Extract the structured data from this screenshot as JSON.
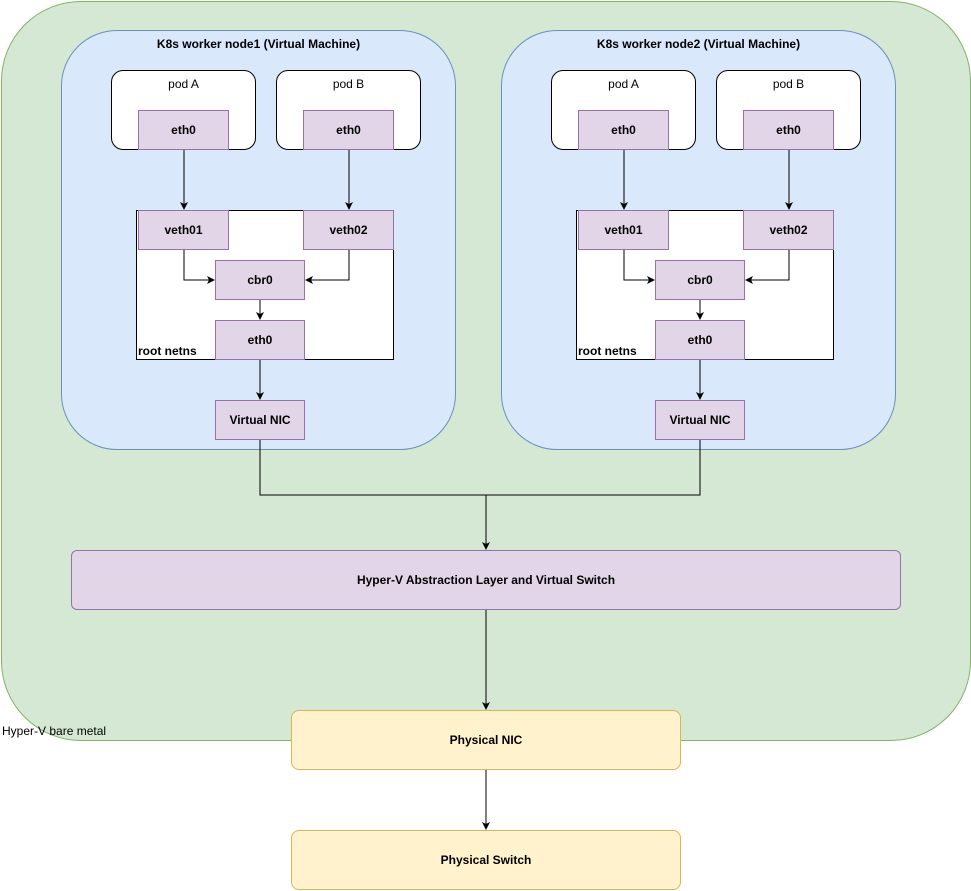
{
  "bare_metal": {
    "label": "Hyper-V bare metal"
  },
  "nodes": [
    {
      "title": "K8s worker node1 (Virtual Machine)",
      "pod_a": {
        "label": "pod A",
        "iface": "eth0"
      },
      "pod_b": {
        "label": "pod B",
        "iface": "eth0"
      },
      "netns_label": "root netns",
      "veth_a": "veth01",
      "veth_b": "veth02",
      "bridge": "cbr0",
      "host_iface": "eth0",
      "vnic": "Virtual NIC"
    },
    {
      "title": "K8s worker node2 (Virtual Machine)",
      "pod_a": {
        "label": "pod A",
        "iface": "eth0"
      },
      "pod_b": {
        "label": "pod B",
        "iface": "eth0"
      },
      "netns_label": "root netns",
      "veth_a": "veth01",
      "veth_b": "veth02",
      "bridge": "cbr0",
      "host_iface": "eth0",
      "vnic": "Virtual NIC"
    }
  ],
  "hyperv_layer": "Hyper-V Abstraction Layer and Virtual Switch",
  "physical_nic": "Physical NIC",
  "physical_switch": "Physical Switch",
  "colors": {
    "bare_metal_fill": "#d5e8d4",
    "vm_fill": "#dae8fc",
    "interface_fill": "#e1d5e7",
    "physical_fill": "#fff2cc"
  }
}
